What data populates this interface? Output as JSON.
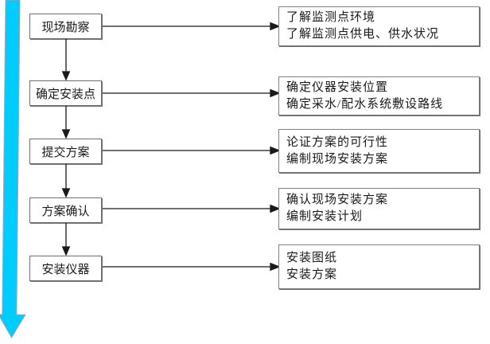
{
  "colors": {
    "timeline_arrow": "#00ccff",
    "connector": "#1a1a1a"
  },
  "flow": {
    "steps": [
      {
        "label": "现场勘察",
        "details": [
          "了解监测点环境",
          "了解监测点供电、供水状况"
        ]
      },
      {
        "label": "确定安装点",
        "details": [
          "确定仪器安装位置",
          "确定采水/配水系统敷设路线"
        ]
      },
      {
        "label": "提交方案",
        "details": [
          "论证方案的可行性",
          "编制现场安装方案"
        ]
      },
      {
        "label": "方案确认",
        "details": [
          "确认现场安装方案",
          "编制安装计划"
        ]
      },
      {
        "label": "安装仪器",
        "details": [
          "安装图纸",
          "安装方案"
        ]
      }
    ]
  }
}
